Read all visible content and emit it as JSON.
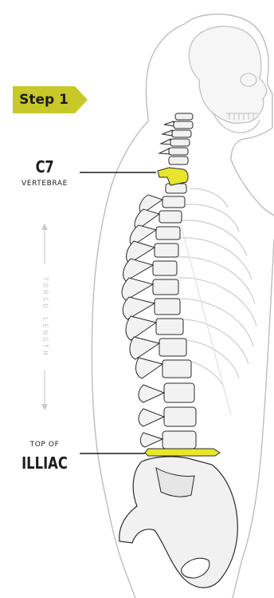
{
  "step_badge": {
    "label": "Step 1",
    "color": "#c8c928"
  },
  "c7_label": {
    "title": "C7",
    "subtitle": "VERTEBRAE",
    "highlight_color": "#e7e62a"
  },
  "illiac_label": {
    "pre": "TOP OF",
    "title": "ILLIAC",
    "highlight_color": "#e7e62a"
  },
  "torso_measure": {
    "label": "TORSO LENGTH"
  },
  "colors": {
    "outline": "#bdbdbd",
    "bone_fill": "#f2f2f2",
    "bone_stroke": "#2a2a2a",
    "text": "#1d1d1d"
  }
}
